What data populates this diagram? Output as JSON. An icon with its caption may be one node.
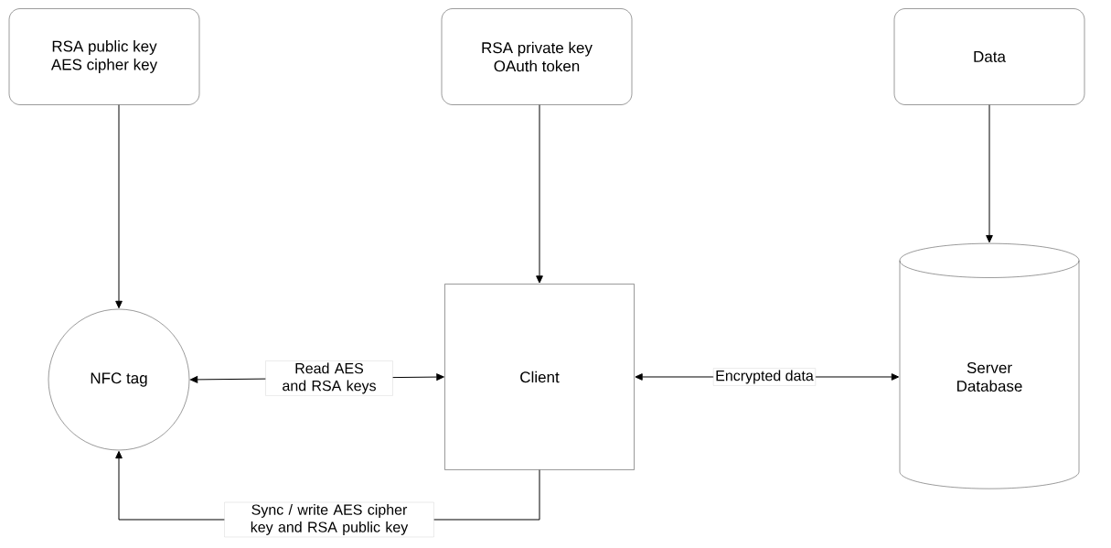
{
  "diagram": {
    "nodes": [
      {
        "text": [
          "RSA public key",
          "AES cipher key"
        ]
      },
      {
        "text": [
          "RSA private key",
          "OAuth token"
        ]
      },
      {
        "text": [
          "Data"
        ]
      },
      {
        "text": [
          "NFC tag"
        ]
      },
      {
        "text": [
          "Client"
        ]
      },
      {
        "text": [
          "Server Database"
        ]
      }
    ],
    "edges": [
      {
        "from": 0,
        "to": 3,
        "arrow": "to"
      },
      {
        "from": 1,
        "to": 4,
        "arrow": "to"
      },
      {
        "from": 2,
        "to": 5,
        "arrow": "to"
      },
      {
        "from": 4,
        "to": 3,
        "arrow": "both",
        "label": "Read AES and RSA keys"
      },
      {
        "from": 4,
        "to": 5,
        "arrow": "both",
        "label": "Encrypted data"
      },
      {
        "from": 4,
        "to": 3,
        "arrow": "to",
        "label": "Sync / write AES cipher key and RSA public key"
      }
    ]
  }
}
